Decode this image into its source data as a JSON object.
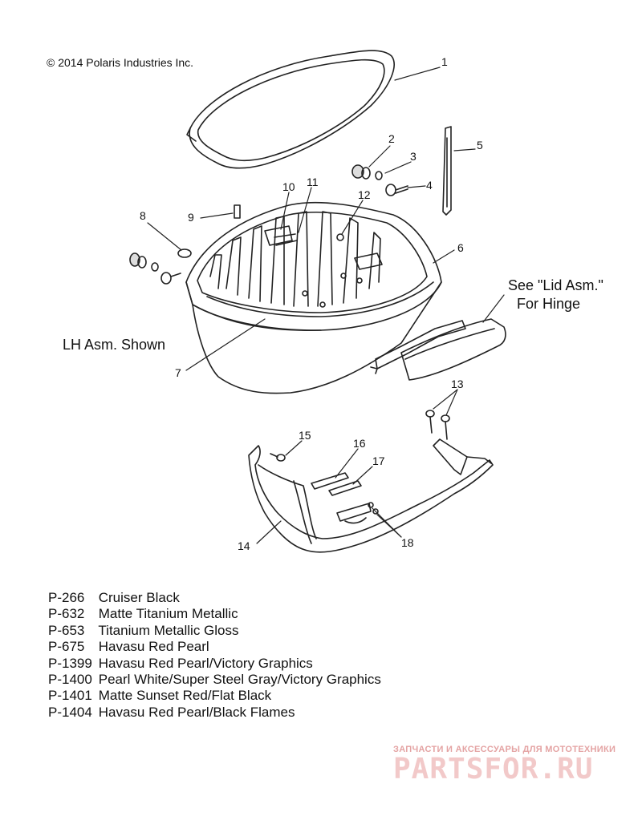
{
  "copyright": "© 2014 Polaris Industries Inc.",
  "callouts": [
    "1",
    "2",
    "3",
    "4",
    "5",
    "6",
    "7",
    "8",
    "9",
    "10",
    "11",
    "12",
    "13",
    "14",
    "15",
    "16",
    "17",
    "18"
  ],
  "notes": {
    "lid_line1": "See \"Lid Asm.\"",
    "lid_line2": "For Hinge",
    "shown": "LH Asm. Shown"
  },
  "color_options": [
    {
      "code": "P-266",
      "name": "Cruiser Black"
    },
    {
      "code": "P-632",
      "name": "Matte Titanium Metallic"
    },
    {
      "code": "P-653",
      "name": "Titanium Metallic Gloss"
    },
    {
      "code": "P-675",
      "name": "Havasu Red Pearl"
    },
    {
      "code": "P-1399",
      "name": "Havasu Red Pearl/Victory Graphics"
    },
    {
      "code": "P-1400",
      "name": "Pearl White/Super Steel Gray/Victory Graphics"
    },
    {
      "code": "P-1401",
      "name": "Matte Sunset Red/Flat Black"
    },
    {
      "code": "P-1404",
      "name": "Havasu Red Pearl/Black Flames"
    }
  ],
  "watermark": {
    "tagline": "ЗАПЧАСТИ И АКСЕССУАРЫ ДЛЯ МОТОТЕХНИКИ",
    "logo": "PARTSFOR.RU"
  }
}
